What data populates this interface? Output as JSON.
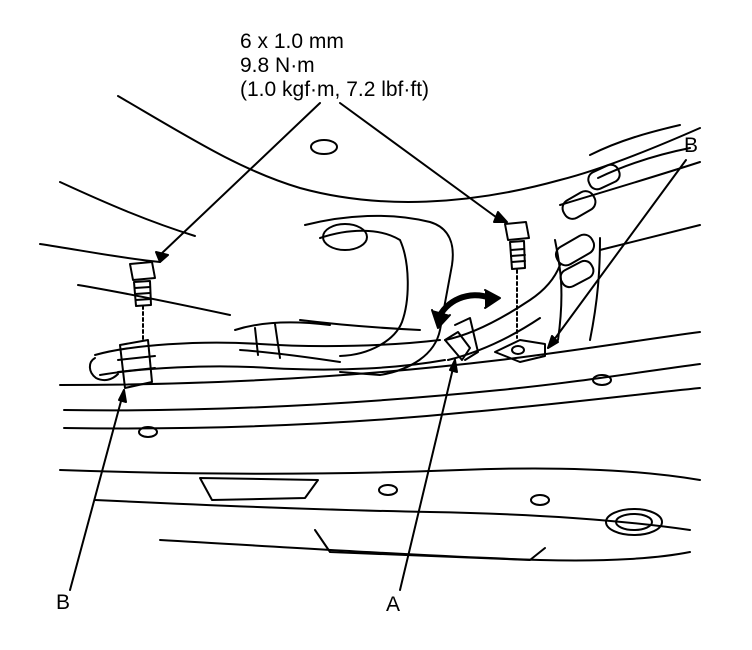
{
  "torque_spec": {
    "size": "6 x 1.0 mm",
    "torque_nm": "9.8 N·m",
    "torque_alt": "(1.0 kgf·m, 7.2 lbf·ft)"
  },
  "callouts": {
    "b_top": "B",
    "b_bottom": "B",
    "a": "A"
  },
  "colors": {
    "line": "#000000",
    "background": "#ffffff"
  }
}
